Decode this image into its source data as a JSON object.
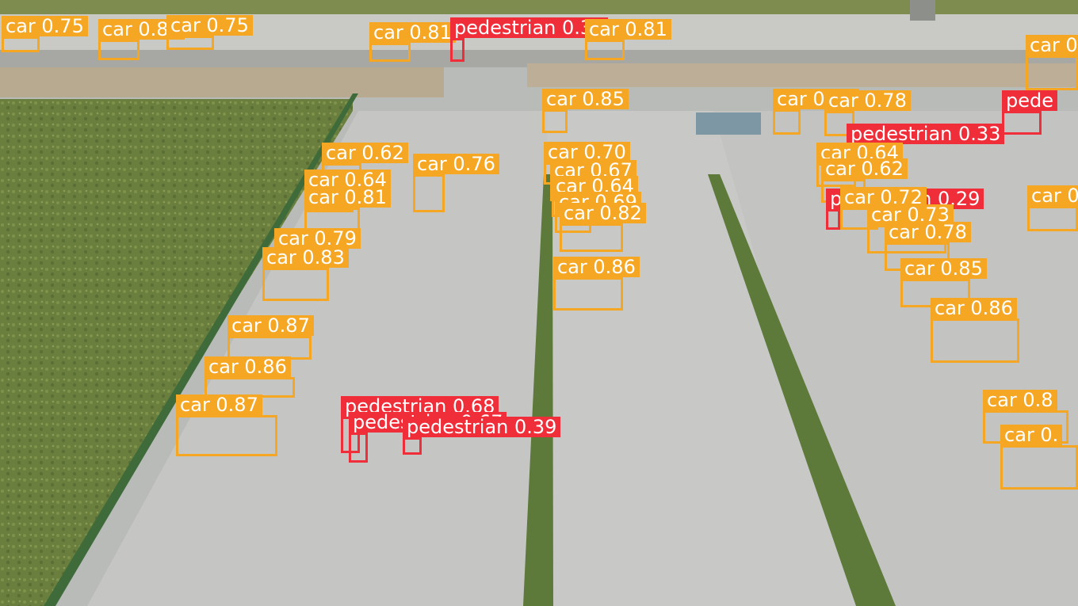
{
  "classes": {
    "car": {
      "color": "#f5a623"
    },
    "pedestrian": {
      "color": "#ef2e3a"
    }
  },
  "detections": [
    {
      "cls": "car",
      "label": "car 0.75"
    },
    {
      "cls": "car",
      "label": "car 0.81"
    },
    {
      "cls": "car",
      "label": "car 0.75"
    },
    {
      "cls": "car",
      "label": "car 0.81"
    },
    {
      "cls": "pedestrian",
      "label": "pedestrian 0.33"
    },
    {
      "cls": "car",
      "label": "car 0.81"
    },
    {
      "cls": "car",
      "label": "car 0.85"
    },
    {
      "cls": "car",
      "label": "car 0.83"
    },
    {
      "cls": "car",
      "label": "car 0.78"
    },
    {
      "cls": "pedestrian",
      "label": "pedestrian 0.33"
    },
    {
      "cls": "car",
      "label": "car 0.62"
    },
    {
      "cls": "car",
      "label": "car 0.76"
    },
    {
      "cls": "car",
      "label": "car 0.64"
    },
    {
      "cls": "car",
      "label": "car 0.81"
    },
    {
      "cls": "car",
      "label": "car 0.70"
    },
    {
      "cls": "car",
      "label": "car 0.67"
    },
    {
      "cls": "car",
      "label": "car 0.64"
    },
    {
      "cls": "car",
      "label": "car 0.69"
    },
    {
      "cls": "car",
      "label": "car 0.82"
    },
    {
      "cls": "car",
      "label": "car 0.64"
    },
    {
      "cls": "car",
      "label": "car 0.62"
    },
    {
      "cls": "pedestrian",
      "label": "pedestrian 0.29"
    },
    {
      "cls": "car",
      "label": "car 0.72"
    },
    {
      "cls": "car",
      "label": "car 0.73"
    },
    {
      "cls": "car",
      "label": "car 0.78"
    },
    {
      "cls": "car",
      "label": "car 0.79"
    },
    {
      "cls": "car",
      "label": "car 0.83"
    },
    {
      "cls": "car",
      "label": "car 0.86"
    },
    {
      "cls": "car",
      "label": "car 0.85"
    },
    {
      "cls": "car",
      "label": "car 0.86"
    },
    {
      "cls": "car",
      "label": "car 0.87"
    },
    {
      "cls": "car",
      "label": "car 0.86"
    },
    {
      "cls": "car",
      "label": "car 0.87"
    },
    {
      "cls": "pedestrian",
      "label": "pedestrian 0.68"
    },
    {
      "cls": "pedestrian",
      "label": "pedestrian 0.67"
    },
    {
      "cls": "pedestrian",
      "label": "pedestrian 0.39"
    },
    {
      "cls": "car",
      "label": "car 0.8"
    },
    {
      "cls": "car",
      "label": "car 0."
    },
    {
      "cls": "car",
      "label": "car 0."
    },
    {
      "cls": "pedestrian",
      "label": "pede"
    },
    {
      "cls": "car",
      "label": "car 0."
    }
  ]
}
